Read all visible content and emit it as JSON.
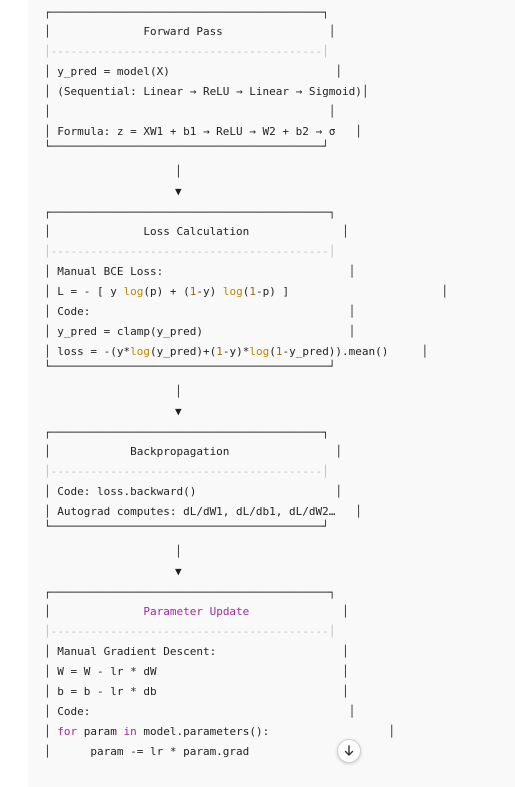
{
  "forward": {
    "top_border": "┌─────────────────────────────────────────┐",
    "title": "│              Forward Pass                │",
    "sep": "│-----------------------------------------│",
    "l1": "│ y_pred = model(X)                         │",
    "l2": "│ (Sequential: Linear → ReLU → Linear → Sigmoid)│",
    "l3": "│                                          │",
    "l4": "│ Formula: z = XW1 + b1 → ReLU → W2 + b2 → σ   │",
    "bottom_border": "└─────────────────────────────────────────┘"
  },
  "arrows": {
    "stem": "│",
    "head": "▼"
  },
  "loss": {
    "top_border": "┌──────────────────────────────────────────┐",
    "title": "│              Loss Calculation              │",
    "sep": "│------------------------------------------│",
    "l1": "│ Manual BCE Loss:                            │",
    "l2_a": "│ L = - [ y ",
    "l2_log1": "log",
    "l2_b": "(p) + (",
    "l2_one1": "1",
    "l2_c": "-y) ",
    "l2_log2": "log",
    "l2_d": "(",
    "l2_one2": "1",
    "l2_e": "-p) ]                       │",
    "l3": "│ Code:                                       │",
    "l4": "│ y_pred = clamp(y_pred)                      │",
    "l5_a": "│ loss = -(y*",
    "l5_log1": "log",
    "l5_b": "(y_pred)+(",
    "l5_one": "1",
    "l5_c": "-y)*",
    "l5_log2": "log",
    "l5_d": "(",
    "l5_one2": "1",
    "l5_e": "-y_pred)).mean()     │",
    "bottom_border": "└──────────────────────────────────────────┘"
  },
  "backprop": {
    "top_border": "┌─────────────────────────────────────────┐",
    "title": "│            Backpropagation                │",
    "sep": "│-----------------------------------------│",
    "l1": "│ Code: loss.backward()                     │",
    "l2": "│ Autograd computes: dL/dW1, dL/db1, dL/dW2…   │",
    "l3": "│                                          │",
    "bottom_border": "└─────────────────────────────────────────┘"
  },
  "update": {
    "top_border": "┌──────────────────────────────────────────┐",
    "title_pre": "│              ",
    "title": "Parameter Update",
    "title_post": "              │",
    "sep": "│------------------------------------------│",
    "l1": "│ Manual Gradient Descent:                   │",
    "l2": "│ W = W - lr * dW                            │",
    "l3": "│ b = b - lr * db                            │",
    "l4": "│ Code:                                       │",
    "l5_a": "│ ",
    "l5_for": "for",
    "l5_b": " param ",
    "l5_in": "in",
    "l5_c": " model.parameters():                  │",
    "l6": "│      param -= lr * param.grad               │"
  },
  "scroll_button": {
    "icon": "arrow-down-icon"
  }
}
